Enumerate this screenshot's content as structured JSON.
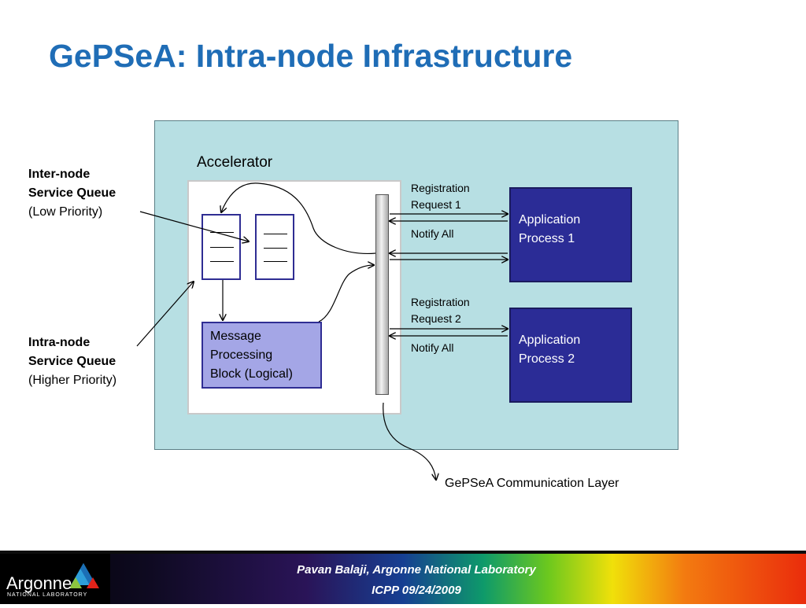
{
  "title": "GePSeA: Intra-node Infrastructure",
  "labels": {
    "inter_node": {
      "line1": "Inter-node",
      "line2": "Service Queue",
      "priority": "(Low Priority)"
    },
    "intra_node": {
      "line1": "Intra-node",
      "line2": "Service Queue",
      "priority": "(Higher Priority)"
    }
  },
  "diagram": {
    "accelerator": "Accelerator",
    "message_block": {
      "line1": "Message",
      "line2": "Processing",
      "line3": "Block (Logical)"
    },
    "process1": {
      "line1": "Application",
      "line2": "Process 1"
    },
    "process2": {
      "line1": "Application",
      "line2": "Process 2"
    },
    "reg1": {
      "line1": "Registration",
      "line2": "Request 1"
    },
    "notify1": "Notify All",
    "reg2": {
      "line1": "Registration",
      "line2": "Request 2"
    },
    "notify2": "Notify All",
    "comm_layer": "GePSeA Communication Layer"
  },
  "footer": {
    "logo_word": "Argonne",
    "logo_sub": "NATIONAL LABORATORY",
    "line1": "Pavan Balaji, Argonne National Laboratory",
    "line2": "ICPP 09/24/2009"
  },
  "colors": {
    "title": "#1f6db6",
    "panel": "#b7dfe3",
    "process_box": "#2b2c96",
    "message_block": "#a4a6e6",
    "queue_border": "#2f2d93"
  }
}
